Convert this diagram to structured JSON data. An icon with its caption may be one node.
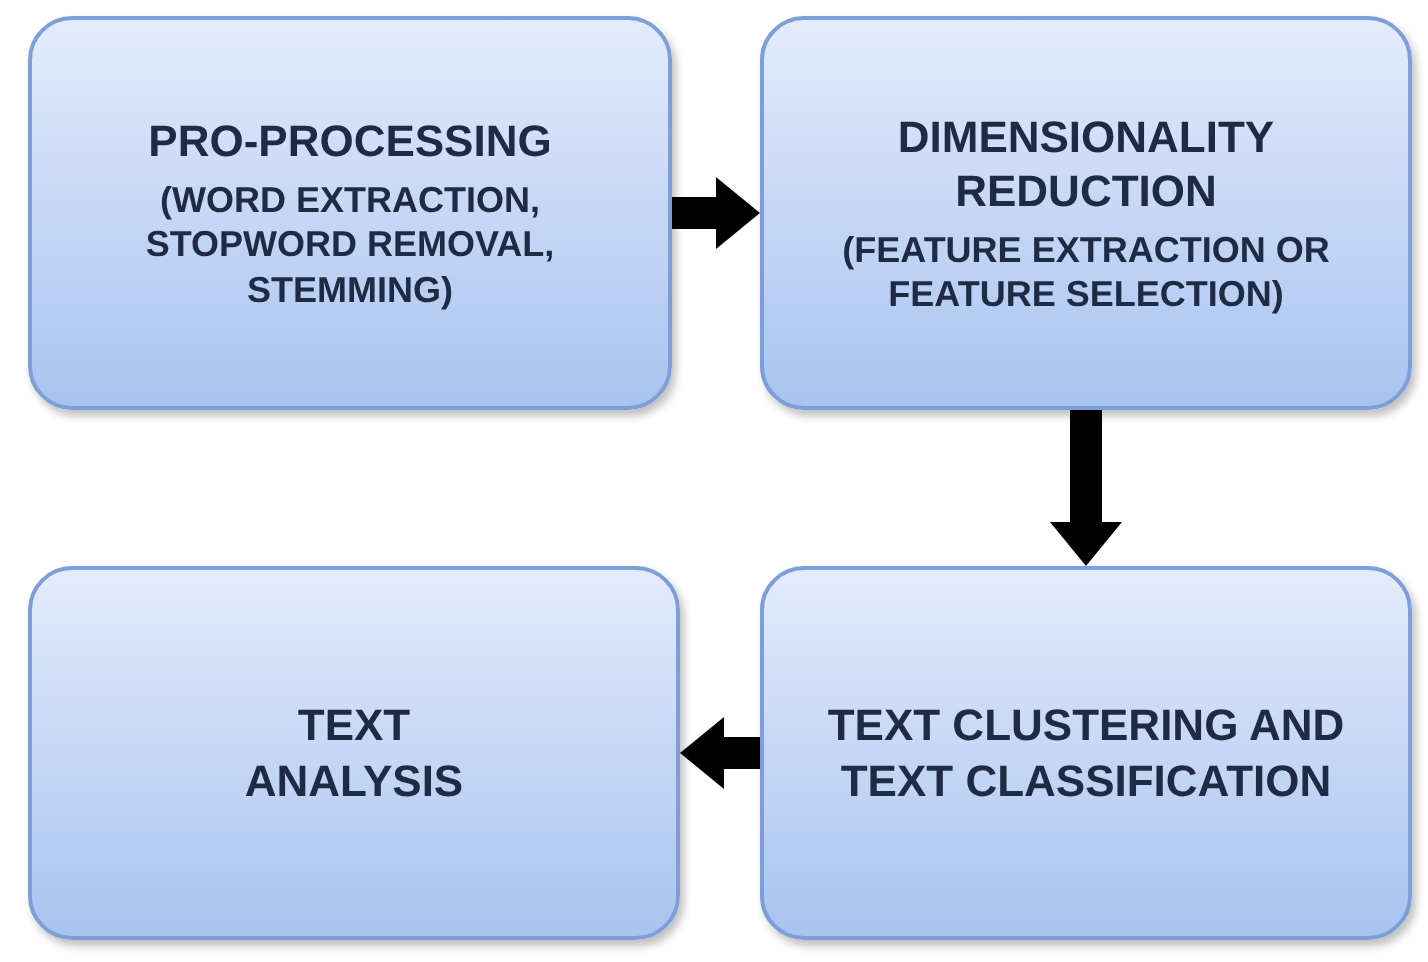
{
  "diagram": {
    "nodes": [
      {
        "text": [
          "PRO-PROCESSING",
          "(WORD EXTRACTION, STOPWORD REMOVAL, STEMMING)"
        ]
      },
      {
        "text": [
          "DIMENSIONALITY REDUCTION",
          "(FEATURE EXTRACTION OR FEATURE SELECTION)"
        ]
      },
      {
        "text": [
          "TEXT ANALYSIS"
        ]
      },
      {
        "text": [
          "TEXT CLUSTERING AND TEXT CLASSIFICATION"
        ]
      }
    ],
    "edges": [
      {
        "from": 0,
        "to": 1,
        "arrow": "to"
      },
      {
        "from": 1,
        "to": 3,
        "arrow": "to"
      },
      {
        "from": 3,
        "to": 2,
        "arrow": "to"
      }
    ]
  }
}
